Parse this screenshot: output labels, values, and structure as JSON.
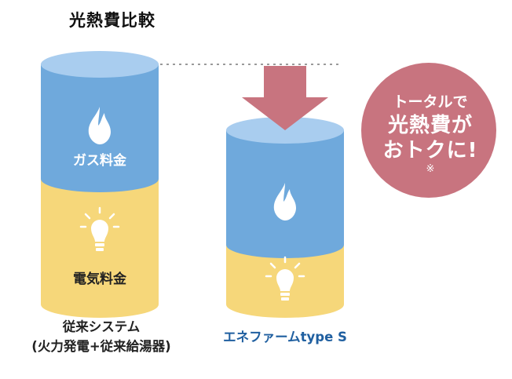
{
  "title": "光熱費比較",
  "left_column": {
    "gas_label": "ガス料金",
    "electric_label": "電気料金",
    "caption_line1": "従来システム",
    "caption_line2": "(火力発電+従来給湯器)"
  },
  "right_column": {
    "caption": "エネファームtype S"
  },
  "bubble": {
    "line1": "トータルで",
    "line2": "光熱費が",
    "line3": "おトクに!",
    "note": "※"
  },
  "colors": {
    "gas": "#6fa9dc",
    "gas_top": "#a9cdef",
    "electric": "#f6d77a",
    "bubble": "#c8747f",
    "arrow": "#c8747f",
    "caption_blue": "#1f5fa0"
  },
  "icons": {
    "gas": "flame-icon",
    "electric": "lightbulb-icon"
  }
}
